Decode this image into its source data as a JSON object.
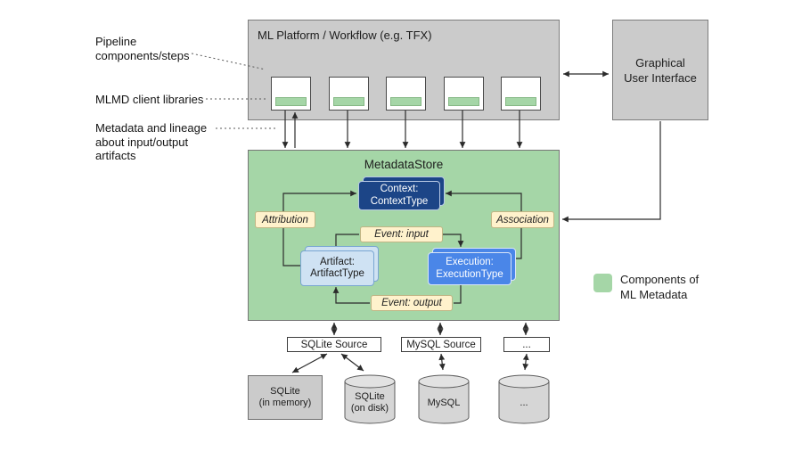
{
  "annotations": {
    "pipeline_components": "Pipeline components/steps",
    "client_libraries": "MLMD client libraries",
    "metadata_lineage": "Metadata and lineage about input/output artifacts"
  },
  "platform": {
    "title": "ML Platform / Workflow (e.g. TFX)",
    "component_count": 5
  },
  "gui": {
    "line1": "Graphical",
    "line2": "User Interface"
  },
  "metadata_store": {
    "title": "MetadataStore",
    "context": {
      "line1": "Context:",
      "line2": "ContextType"
    },
    "artifact": {
      "line1": "Artifact:",
      "line2": "ArtifactType"
    },
    "execution": {
      "line1": "Execution:",
      "line2": "ExecutionType"
    },
    "attribution": "Attribution",
    "association": "Association",
    "event_input": "Event: input",
    "event_output": "Event: output"
  },
  "sources": [
    {
      "label": "SQLite Source"
    },
    {
      "label": "MySQL Source"
    },
    {
      "label": "..."
    }
  ],
  "storage": [
    {
      "line1": "SQLite",
      "line2": "(in memory)"
    },
    {
      "line1": "SQLite",
      "line2": "(on disk)"
    },
    {
      "line1": "MySQL",
      "line2": ""
    },
    {
      "line1": "...",
      "line2": ""
    }
  ],
  "legend": {
    "line1": "Components of",
    "line2": "ML Metadata"
  },
  "colors": {
    "green": "#a5d6a7",
    "gray_box": "#cbcbcb",
    "dark_blue": "#1c4587",
    "blue": "#4a86e8",
    "light_blue": "#cfe2f3",
    "yellow": "#fff2cc"
  }
}
